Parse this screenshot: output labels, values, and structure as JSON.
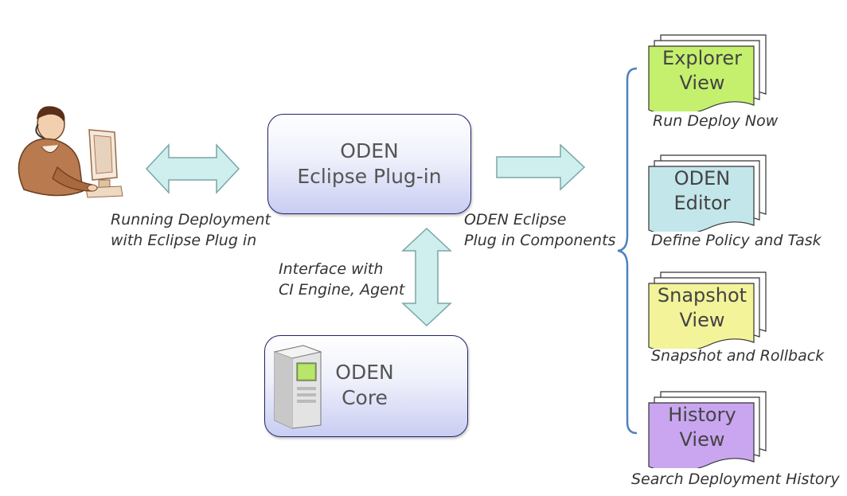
{
  "left_caption": {
    "line1": "Running Deployment",
    "line2": "with Eclipse Plug in"
  },
  "plugin_box": {
    "line1": "ODEN",
    "line2": "Eclipse Plug-in"
  },
  "core_box": {
    "line1": "ODEN",
    "line2": "Core"
  },
  "interface_caption": {
    "line1": "Interface with",
    "line2": "CI Engine, Agent"
  },
  "components_caption": {
    "line1": "ODEN Eclipse",
    "line2": "Plug in Components"
  },
  "components": [
    {
      "line1": "Explorer",
      "line2": "View",
      "caption": "Run Deploy Now",
      "color": "#c4f06e"
    },
    {
      "line1": "ODEN",
      "line2": "Editor",
      "caption": "Define Policy and Task",
      "color": "#c3e6ea"
    },
    {
      "line1": "Snapshot",
      "line2": "View",
      "caption": "Snapshot and Rollback",
      "color": "#f3f39a"
    },
    {
      "line1": "History",
      "line2": "View",
      "caption": "Search Deployment History",
      "color": "#c9a6ef"
    }
  ],
  "colors": {
    "arrow_fill": "#cfeeee",
    "arrow_stroke": "#7aa6a6",
    "brace": "#4f81bd",
    "box_border": "#23236b"
  },
  "icons": [
    "user-at-computer-icon",
    "server-tower-icon"
  ]
}
